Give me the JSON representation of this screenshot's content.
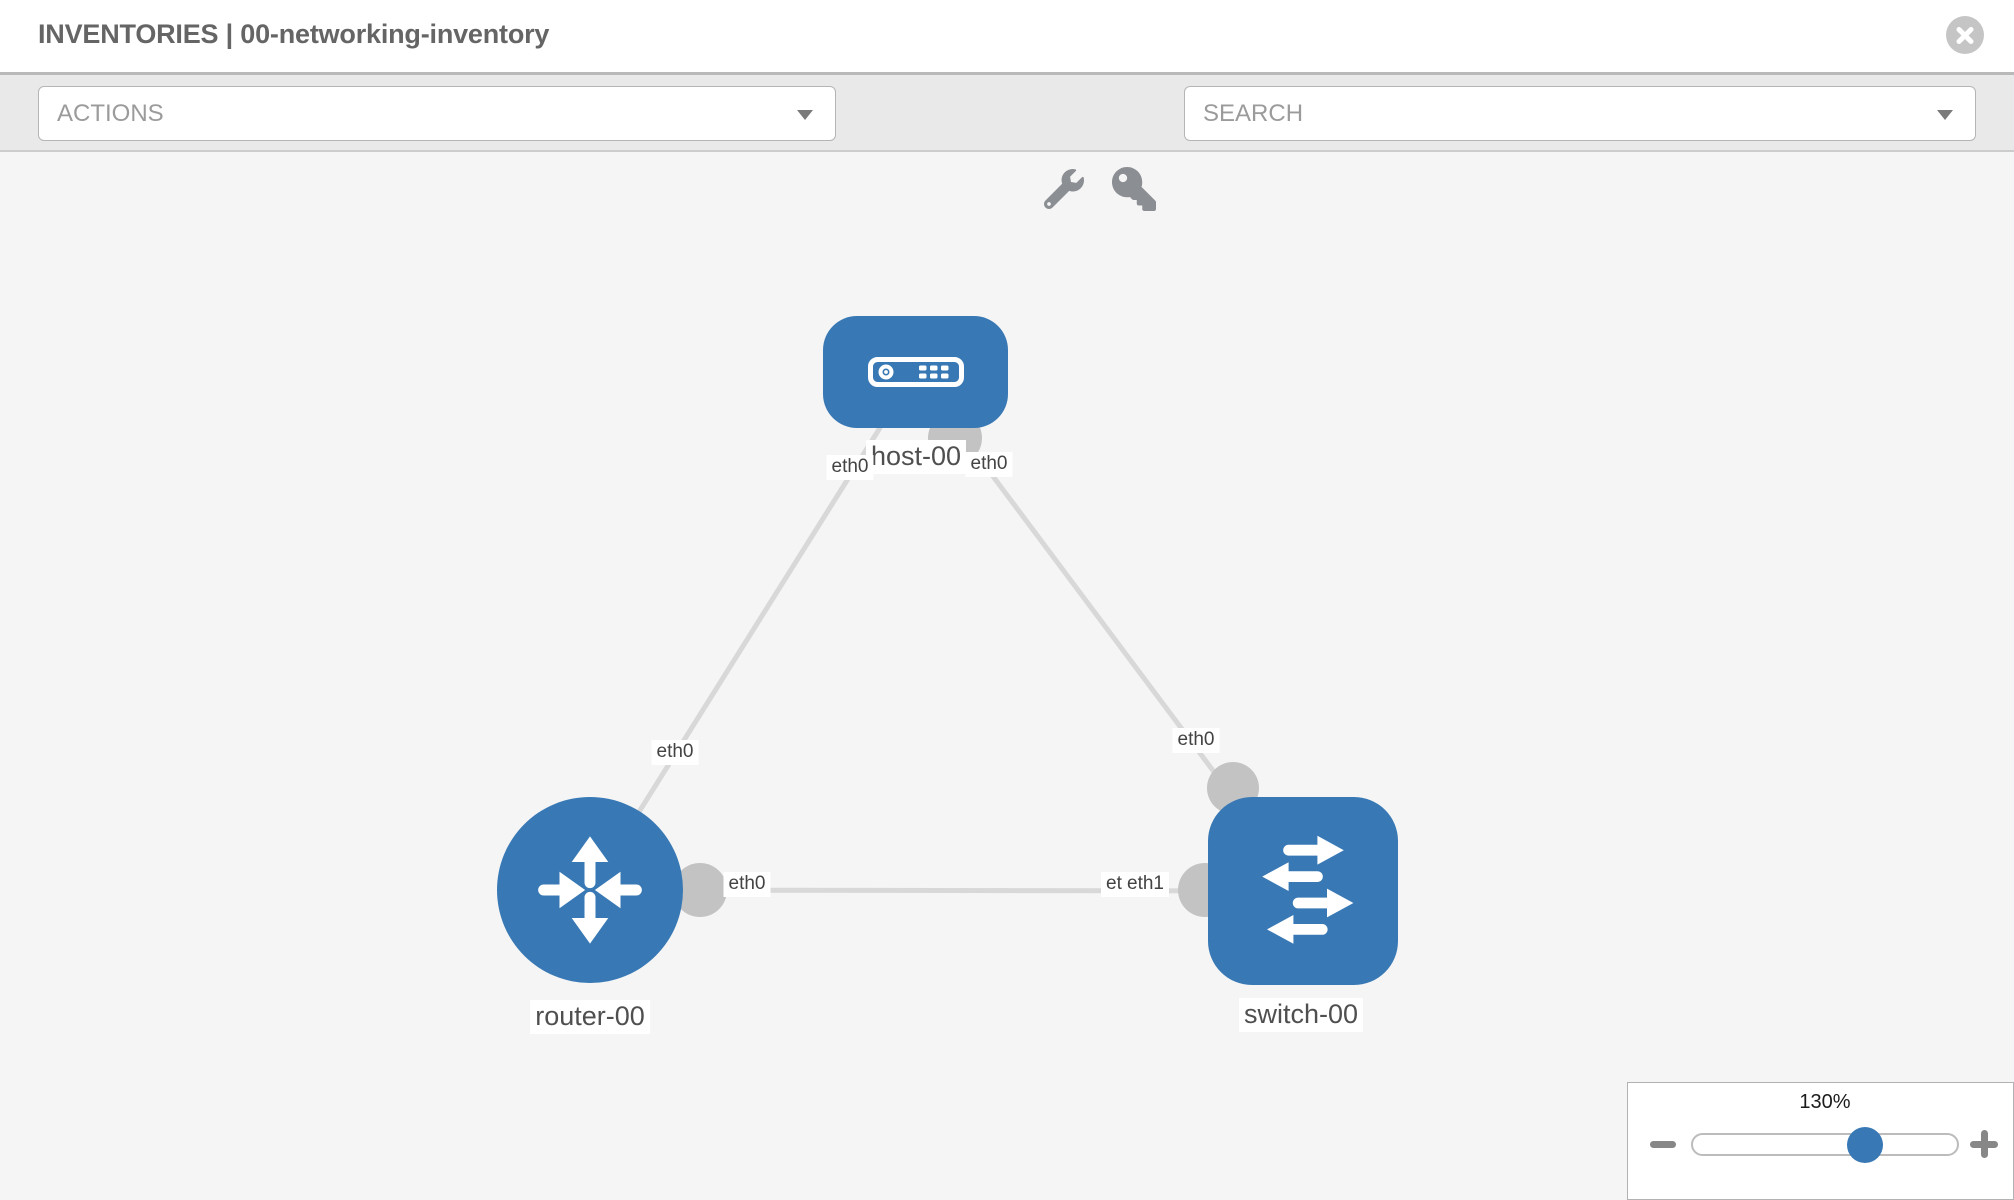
{
  "header": {
    "title": "INVENTORIES | 00-networking-inventory"
  },
  "toolbar": {
    "actions_placeholder": "ACTIONS",
    "search_placeholder": "SEARCH",
    "icons": [
      "wrench-icon",
      "key-icon"
    ]
  },
  "topology": {
    "nodes": [
      {
        "id": "host-00",
        "type": "host",
        "label": "host-00"
      },
      {
        "id": "router-00",
        "type": "router",
        "label": "router-00"
      },
      {
        "id": "switch-00",
        "type": "switch",
        "label": "switch-00"
      }
    ],
    "links": [
      {
        "source": "host-00",
        "target": "router-00",
        "source_label": "eth0",
        "target_label": "eth0"
      },
      {
        "source": "host-00",
        "target": "switch-00",
        "source_label": "eth0",
        "target_label": "eth0"
      },
      {
        "source": "router-00",
        "target": "switch-00",
        "source_label": "eth0",
        "target_label_back": "eth0",
        "target_label_front": "eth1"
      }
    ]
  },
  "zoom_control": {
    "value": "130%"
  },
  "colors": {
    "node_blue": "#3879b5",
    "connector_gray": "#c3c3c3",
    "link_gray": "#d8d8d8",
    "canvas_bg": "#f5f5f5",
    "toolbar_bg": "#e9e9e9"
  }
}
